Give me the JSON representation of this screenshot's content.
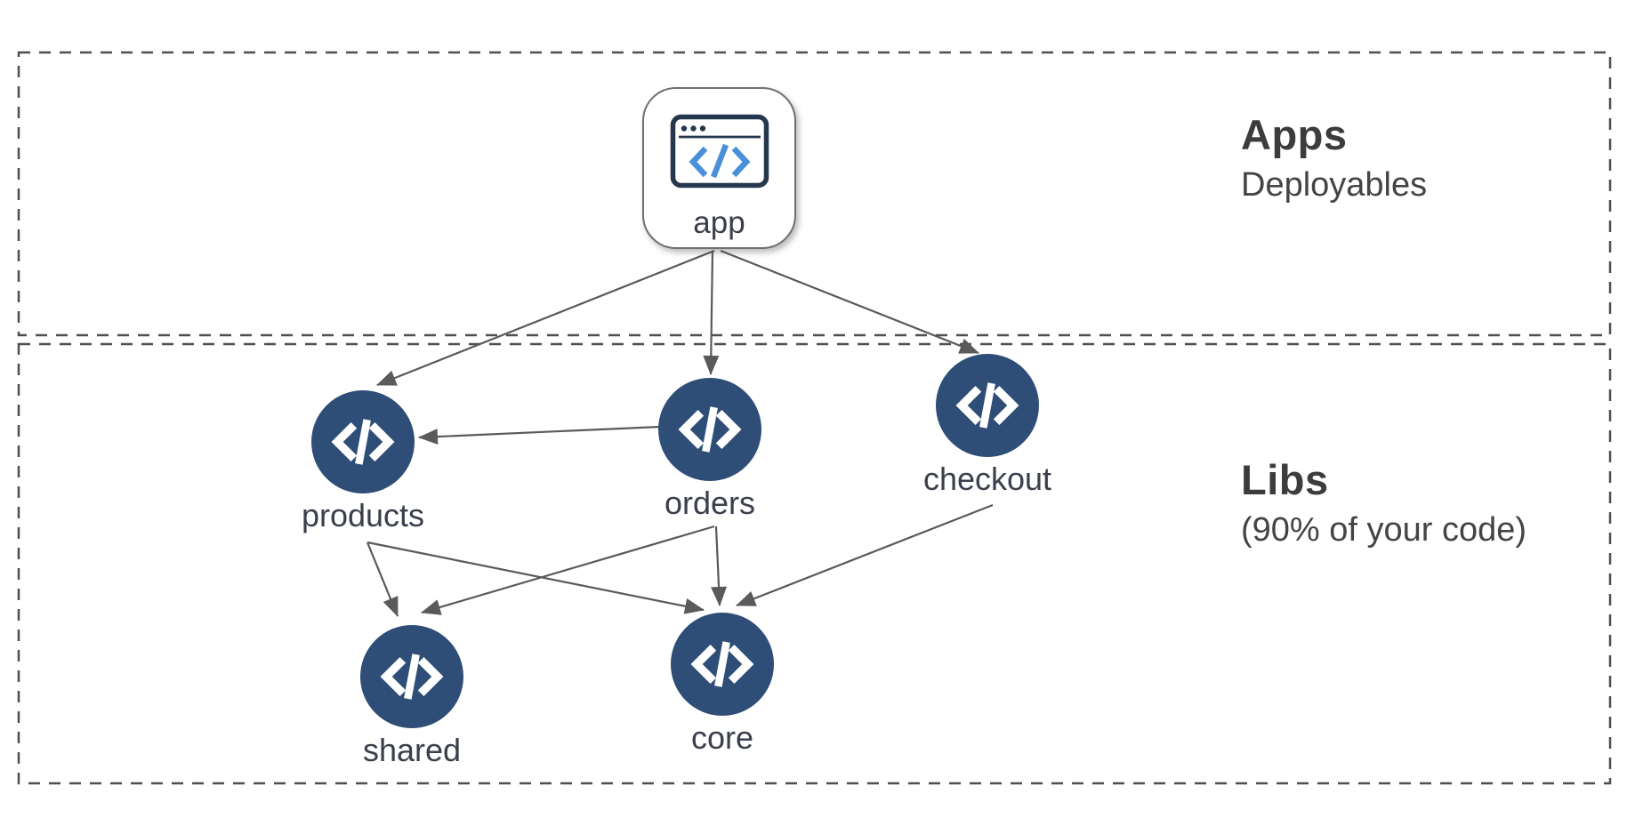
{
  "diagram": {
    "description_title": "monorepo apps and libs dependency graph"
  },
  "sections": {
    "apps": {
      "title": "Apps",
      "subtitle": "Deployables"
    },
    "libs": {
      "title": "Libs",
      "subtitle": "(90% of your code)"
    }
  },
  "nodes": {
    "app": {
      "label": "app",
      "kind": "application",
      "icon": "browser-code-icon"
    },
    "products": {
      "label": "products",
      "kind": "library",
      "icon": "code-icon"
    },
    "orders": {
      "label": "orders",
      "kind": "library",
      "icon": "code-icon"
    },
    "checkout": {
      "label": "checkout",
      "kind": "library",
      "icon": "code-icon"
    },
    "shared": {
      "label": "shared",
      "kind": "library",
      "icon": "code-icon"
    },
    "core": {
      "label": "core",
      "kind": "library",
      "icon": "code-icon"
    }
  },
  "edges": [
    {
      "from": "app",
      "to": "products"
    },
    {
      "from": "app",
      "to": "orders"
    },
    {
      "from": "app",
      "to": "checkout"
    },
    {
      "from": "orders",
      "to": "products"
    },
    {
      "from": "products",
      "to": "shared"
    },
    {
      "from": "products",
      "to": "core"
    },
    {
      "from": "orders",
      "to": "shared"
    },
    {
      "from": "orders",
      "to": "core"
    },
    {
      "from": "checkout",
      "to": "core"
    }
  ],
  "colors": {
    "background": "#ffffff",
    "node_fill": "#2e4d77",
    "node_icon": "#ffffff",
    "edge_line": "#5a5a5a",
    "dashed_border": "#4f4f4f",
    "label_text": "#3a3f4b",
    "heading_text": "#3c3c3c",
    "browser_icon_stroke": "#263850",
    "browser_icon_code_blue": "#4a90d9"
  }
}
